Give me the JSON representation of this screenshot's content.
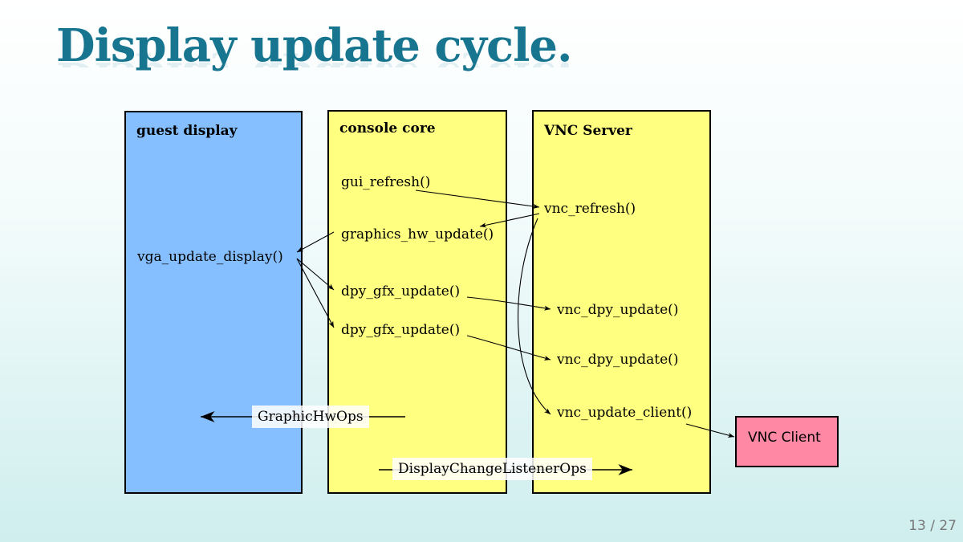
{
  "slide": {
    "title": "Display update cycle.",
    "page_number": "13 / 27"
  },
  "colors": {
    "title": "#17758f",
    "guest_display": "#86bfff",
    "console_core": "#ffff80",
    "vnc_server": "#ffff80",
    "vnc_client": "#ff88a4"
  },
  "diagram": {
    "guest_display": {
      "label": "guest display",
      "functions": [
        "vga_update_display()"
      ]
    },
    "console_core": {
      "label": "console core",
      "functions": [
        "gui_refresh()",
        "graphics_hw_update()",
        "dpy_gfx_update()",
        "dpy_gfx_update()"
      ]
    },
    "vnc_server": {
      "label": "VNC Server",
      "functions": [
        "vnc_refresh()",
        "vnc_dpy_update()",
        "vnc_dpy_update()",
        "vnc_update_client()"
      ]
    },
    "vnc_client": {
      "label": "VNC Client"
    },
    "interfaces": {
      "hw_ops": "GraphicHwOps",
      "listener_ops": "DisplayChangeListenerOps"
    }
  }
}
